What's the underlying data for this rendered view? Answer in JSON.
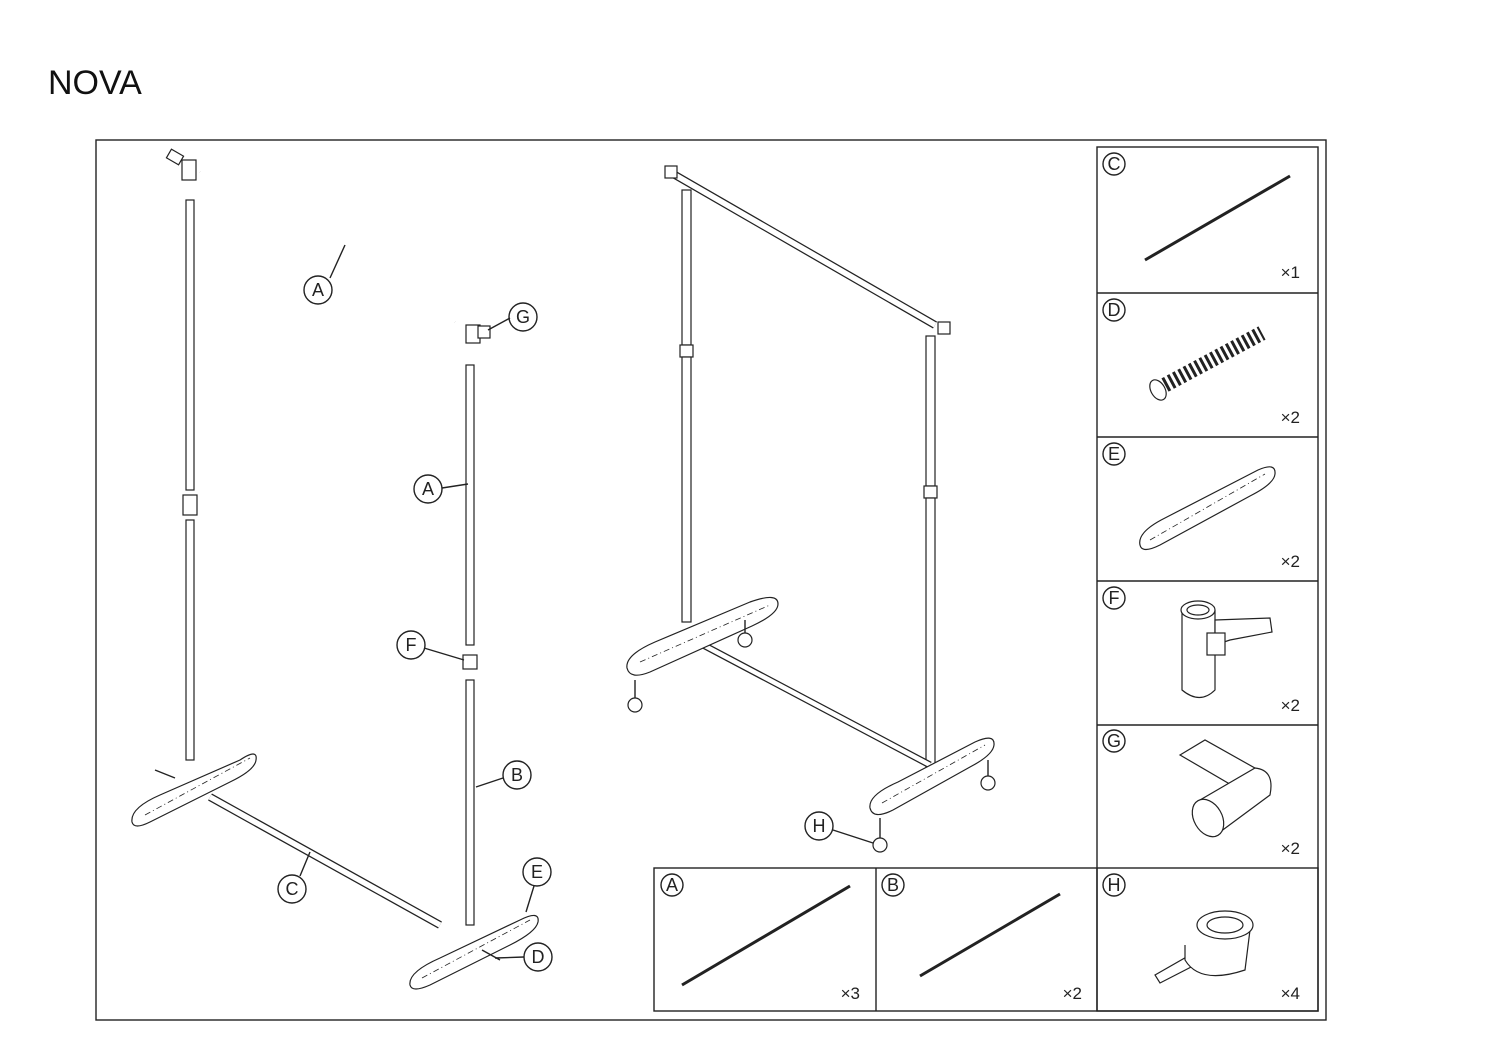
{
  "title": "NOVA",
  "exploded_callouts": [
    "A",
    "G",
    "A",
    "F",
    "B",
    "C",
    "E",
    "D"
  ],
  "assembled_callouts": [
    "H"
  ],
  "parts": [
    {
      "letter": "C",
      "qty": "×1"
    },
    {
      "letter": "D",
      "qty": "×2"
    },
    {
      "letter": "E",
      "qty": "×2"
    },
    {
      "letter": "F",
      "qty": "×2"
    },
    {
      "letter": "G",
      "qty": "×2"
    },
    {
      "letter": "A",
      "qty": "×3"
    },
    {
      "letter": "B",
      "qty": "×2"
    },
    {
      "letter": "H",
      "qty": "×4"
    }
  ]
}
